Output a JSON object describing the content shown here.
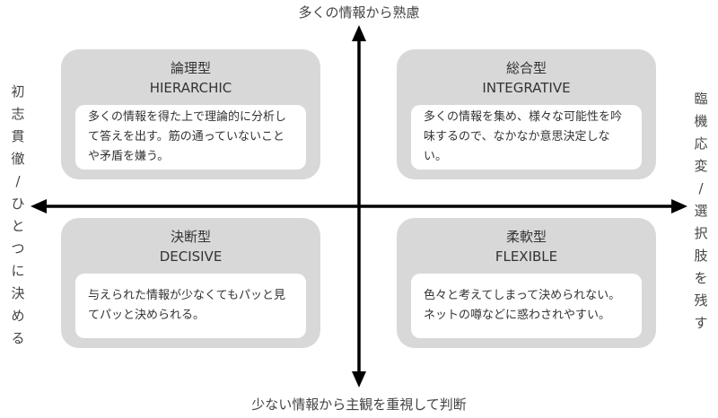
{
  "axes": {
    "top": "多くの情報から熟慮",
    "bottom": "少ない情報から主観を重視して判断",
    "left": "初志貫徹/ひとつに決める",
    "right": "臨機応変/選択肢を残す"
  },
  "quadrants": {
    "top_left": {
      "title": "論理型",
      "subtitle": "HIERARCHIC",
      "description": "多くの情報を得た上で理論的に分析して答えを出す。筋の通っていないことや矛盾を嫌う。"
    },
    "top_right": {
      "title": "総合型",
      "subtitle": "INTEGRATIVE",
      "description": "多くの情報を集め、様々な可能性を吟味するので、なかなか意思決定しない。"
    },
    "bottom_left": {
      "title": "決断型",
      "subtitle": "DECISIVE",
      "description": "与えられた情報が少なくてもパッと見てパッと決められる。"
    },
    "bottom_right": {
      "title": "柔軟型",
      "subtitle": "FLEXIBLE",
      "description": "色々と考えてしまって決められない。ネットの噂などに惑わされやすい。"
    }
  },
  "colors": {
    "quadrant_bg": "#d8d8d8",
    "card_bg": "#ffffff",
    "axis": "#000000",
    "text": "#333333"
  }
}
